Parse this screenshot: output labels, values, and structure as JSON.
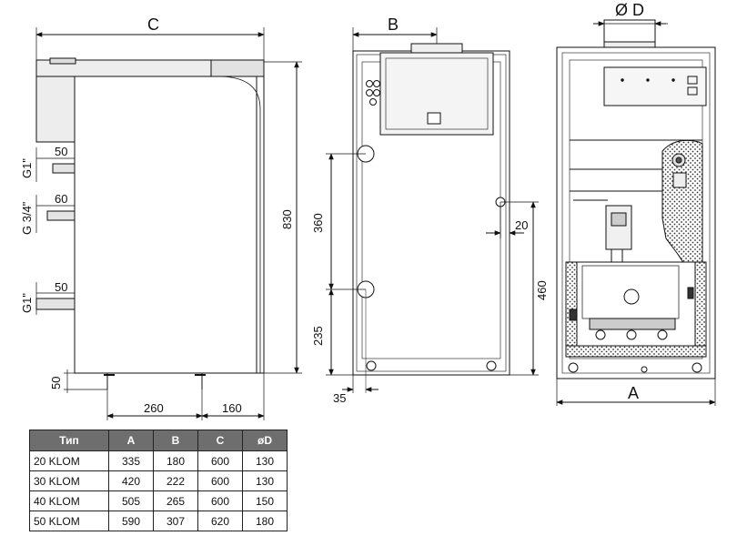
{
  "side_view": {
    "dim_width": "C",
    "dim_height": "830",
    "pipes": [
      {
        "label": "G1\"",
        "size": "50"
      },
      {
        "label": "G 3/4\"",
        "size": "60"
      },
      {
        "label": "G1\"",
        "size": "50"
      }
    ],
    "dim_base": "50",
    "dim_bottom_left": "260",
    "dim_bottom_right": "160"
  },
  "rear_view": {
    "dim_width": "B",
    "dim_upper": "360",
    "dim_lower": "235",
    "dim_right_small": "20",
    "dim_right_height": "460",
    "dim_bottom": "35"
  },
  "front_view": {
    "dim_flue": "Ø D",
    "dim_width": "A"
  },
  "table": {
    "headers": [
      "Тип",
      "A",
      "B",
      "C",
      "øD"
    ],
    "rows": [
      [
        "20 KLOM",
        "335",
        "180",
        "600",
        "130"
      ],
      [
        "30 KLOM",
        "420",
        "222",
        "600",
        "130"
      ],
      [
        "40 KLOM",
        "505",
        "265",
        "600",
        "150"
      ],
      [
        "50 KLOM",
        "590",
        "307",
        "620",
        "180"
      ]
    ]
  }
}
